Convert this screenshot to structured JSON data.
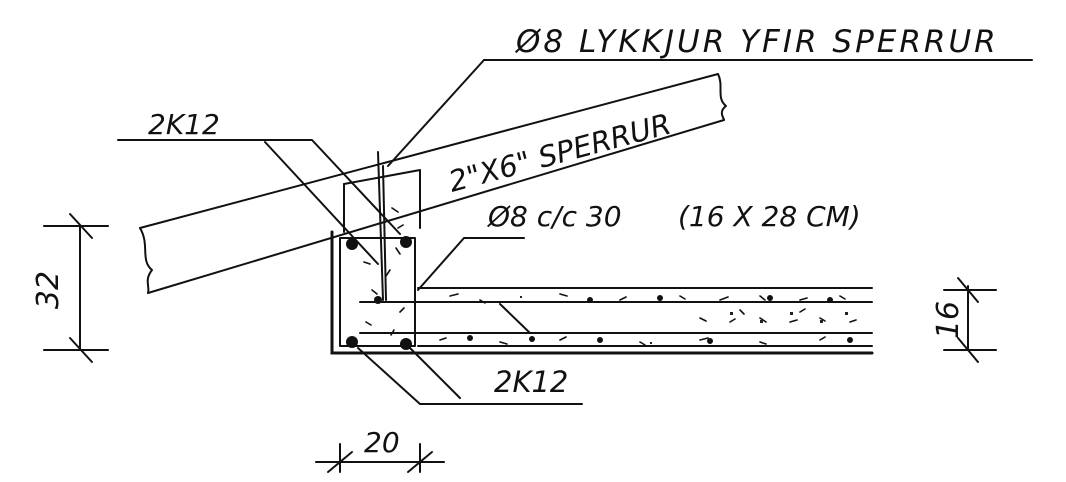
{
  "labels": {
    "top_note": "Ø8 LYKKJUR YFIR SPERRUR",
    "rafter": "2\"X6\" SPERRUR",
    "top_bars": "2K12",
    "stirrups": "Ø8 c/c 30",
    "section": "(16 X 28 CM)",
    "bottom_bars": "2K12",
    "dim_height": "32",
    "dim_width": "20",
    "dim_slab": "16"
  },
  "colors": {
    "ink": "#111111",
    "paper": "#ffffff"
  }
}
